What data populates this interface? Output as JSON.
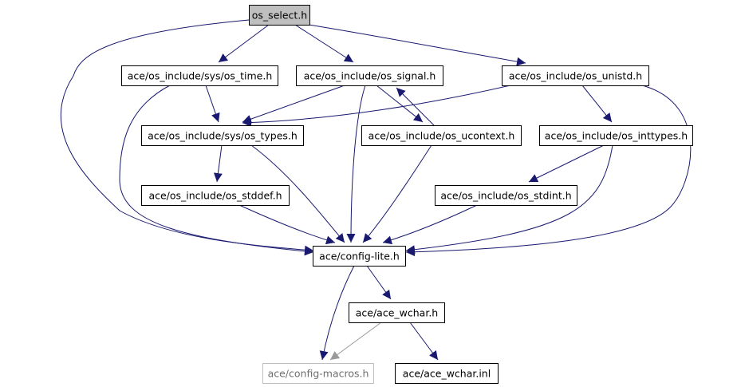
{
  "graph": {
    "title": "os_select.h",
    "colors": {
      "edge": "#191970",
      "edge_dim": "#9a9a9a",
      "root_fill": "#bfbfbf",
      "node_border": "#000000",
      "dim_border": "#bfbfbf"
    },
    "nodes": [
      {
        "id": "os_select",
        "label": "os_select.h",
        "root": true
      },
      {
        "id": "sys_time",
        "label": "ace/os_include/sys/os_time.h"
      },
      {
        "id": "signal",
        "label": "ace/os_include/os_signal.h"
      },
      {
        "id": "unistd",
        "label": "ace/os_include/os_unistd.h"
      },
      {
        "id": "sys_types",
        "label": "ace/os_include/sys/os_types.h"
      },
      {
        "id": "ucontext",
        "label": "ace/os_include/os_ucontext.h"
      },
      {
        "id": "inttypes",
        "label": "ace/os_include/os_inttypes.h"
      },
      {
        "id": "stddef",
        "label": "ace/os_include/os_stddef.h"
      },
      {
        "id": "stdint",
        "label": "ace/os_include/os_stdint.h"
      },
      {
        "id": "config_lite",
        "label": "ace/config-lite.h"
      },
      {
        "id": "ace_wchar",
        "label": "ace/ace_wchar.h"
      },
      {
        "id": "config_macros",
        "label": "ace/config-macros.h",
        "dim": true
      },
      {
        "id": "ace_wchar_inl",
        "label": "ace/ace_wchar.inl"
      }
    ],
    "edges": [
      {
        "from": "os_select",
        "to": "sys_time"
      },
      {
        "from": "os_select",
        "to": "signal"
      },
      {
        "from": "os_select",
        "to": "unistd"
      },
      {
        "from": "os_select",
        "to": "config_lite"
      },
      {
        "from": "sys_time",
        "to": "sys_types"
      },
      {
        "from": "sys_time",
        "to": "config_lite"
      },
      {
        "from": "signal",
        "to": "sys_types"
      },
      {
        "from": "signal",
        "to": "ucontext"
      },
      {
        "from": "signal",
        "to": "config_lite"
      },
      {
        "from": "ucontext",
        "to": "signal"
      },
      {
        "from": "ucontext",
        "to": "config_lite"
      },
      {
        "from": "unistd",
        "to": "sys_types"
      },
      {
        "from": "unistd",
        "to": "inttypes"
      },
      {
        "from": "unistd",
        "to": "config_lite"
      },
      {
        "from": "sys_types",
        "to": "stddef"
      },
      {
        "from": "sys_types",
        "to": "config_lite"
      },
      {
        "from": "inttypes",
        "to": "stdint"
      },
      {
        "from": "inttypes",
        "to": "config_lite"
      },
      {
        "from": "stddef",
        "to": "config_lite"
      },
      {
        "from": "stdint",
        "to": "config_lite"
      },
      {
        "from": "config_lite",
        "to": "ace_wchar"
      },
      {
        "from": "config_lite",
        "to": "config_macros"
      },
      {
        "from": "ace_wchar",
        "to": "config_macros"
      },
      {
        "from": "ace_wchar",
        "to": "ace_wchar_inl"
      }
    ]
  }
}
